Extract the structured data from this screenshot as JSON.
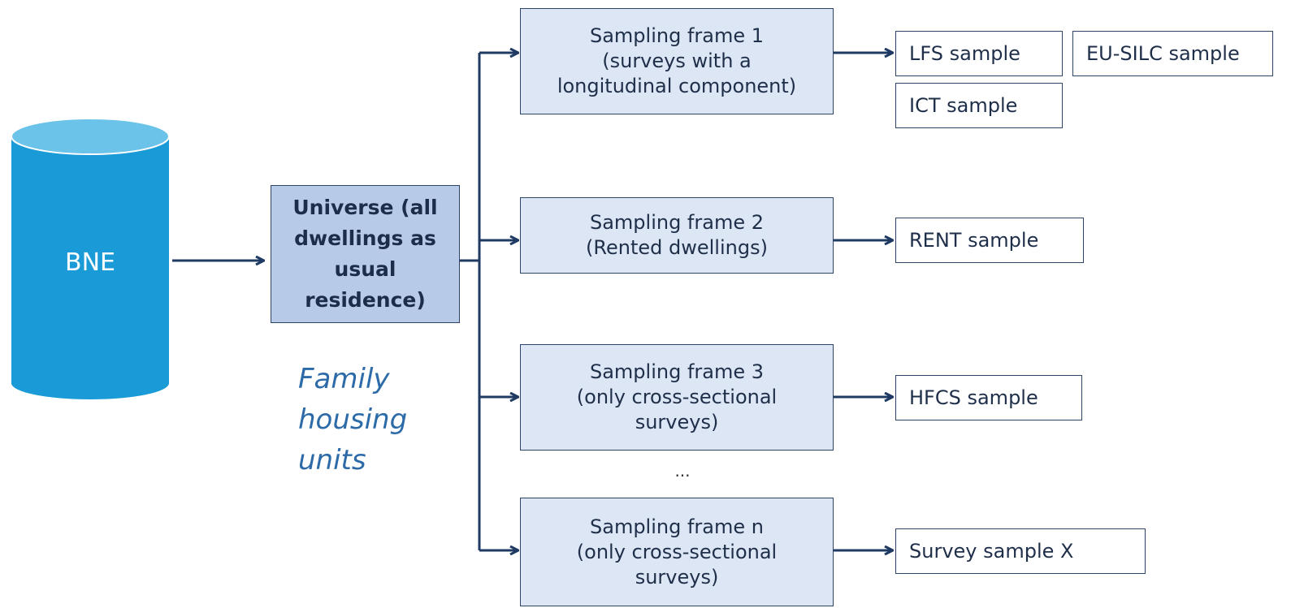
{
  "database": {
    "label": "BNE"
  },
  "universe": {
    "label": "Universe (all\ndwellings as\nusual\nresidence)"
  },
  "annotation": {
    "label": "Family\nhousing\nunits"
  },
  "frames": [
    {
      "label": "Sampling frame 1\n(surveys with a\nlongitudinal component)"
    },
    {
      "label": "Sampling frame 2\n(Rented dwellings)"
    },
    {
      "label": "Sampling frame 3\n(only cross-sectional\nsurveys)"
    },
    {
      "label": "Sampling frame n\n(only cross-sectional\nsurveys)"
    }
  ],
  "ellipsis": "...",
  "samples": [
    {
      "label": "LFS sample"
    },
    {
      "label": "EU-SILC sample"
    },
    {
      "label": "ICT sample"
    },
    {
      "label": "RENT sample"
    },
    {
      "label": "HFCS sample"
    },
    {
      "label": "Survey sample X"
    }
  ],
  "colors": {
    "cylinder_body": "#1a9bd7",
    "cylinder_top": "#6cc3ea",
    "arrow": "#1f3a63",
    "frame_fill": "#dce6f4",
    "universe_fill": "#b7cbe8",
    "annotation_text": "#2c6aa8"
  }
}
